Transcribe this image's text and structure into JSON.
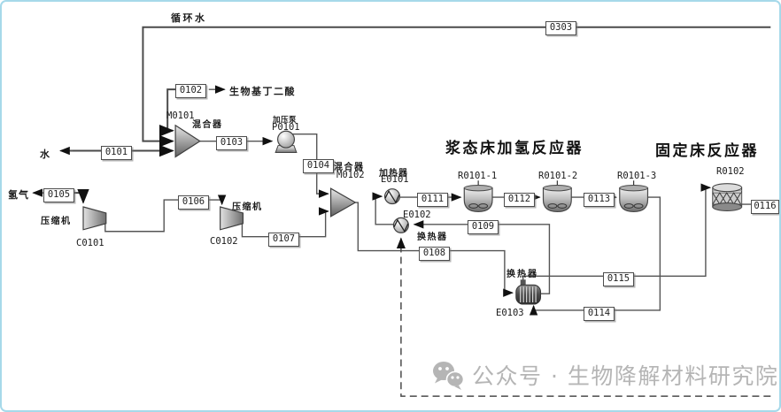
{
  "canvas": {
    "background": "#ffffff",
    "border_color": "#a6d9ea",
    "line_color": "#4a4a4a"
  },
  "top": {
    "recycle_water_label": "循环水"
  },
  "feeds": {
    "water": "水",
    "hydrogen": "氢气",
    "succinic_acid": "生物基丁二酸"
  },
  "section_titles": {
    "slurry_bed": "浆态床加氢反应器",
    "fixed_bed": "固定床反应器"
  },
  "equipment": {
    "m0101": {
      "tag": "M0101",
      "type_label": "混合器"
    },
    "p0101": {
      "tag": "P0101",
      "type_label": "加压泵"
    },
    "m0102": {
      "tag": "M0102",
      "type_label": "混合器"
    },
    "c0101": {
      "tag": "C0101",
      "type_label": "压缩机"
    },
    "c0102": {
      "tag": "C0102",
      "type_label": "压缩机"
    },
    "e0101": {
      "tag": "E0101",
      "type_label": "加热器"
    },
    "e0102": {
      "tag": "E0102",
      "type_label": "换热器"
    },
    "e0103": {
      "tag": "E0103",
      "type_label": "换热器"
    },
    "r0101_1": {
      "tag": "R0101-1"
    },
    "r0101_2": {
      "tag": "R0101-2"
    },
    "r0101_3": {
      "tag": "R0101-3"
    },
    "r0102": {
      "tag": "R0102"
    }
  },
  "streams": {
    "s0101": "0101",
    "s0102": "0102",
    "s0103": "0103",
    "s0104": "0104",
    "s0105": "0105",
    "s0106": "0106",
    "s0107": "0107",
    "s0108": "0108",
    "s0109": "0109",
    "s0111": "0111",
    "s0112": "0112",
    "s0113": "0113",
    "s0114": "0114",
    "s0115": "0115",
    "s0116": "0116",
    "s0303": "0303"
  },
  "watermark": {
    "icon": "wechat-icon",
    "text": "公众号 · 生物降解材料研究院",
    "color": "#b5b5b5"
  }
}
